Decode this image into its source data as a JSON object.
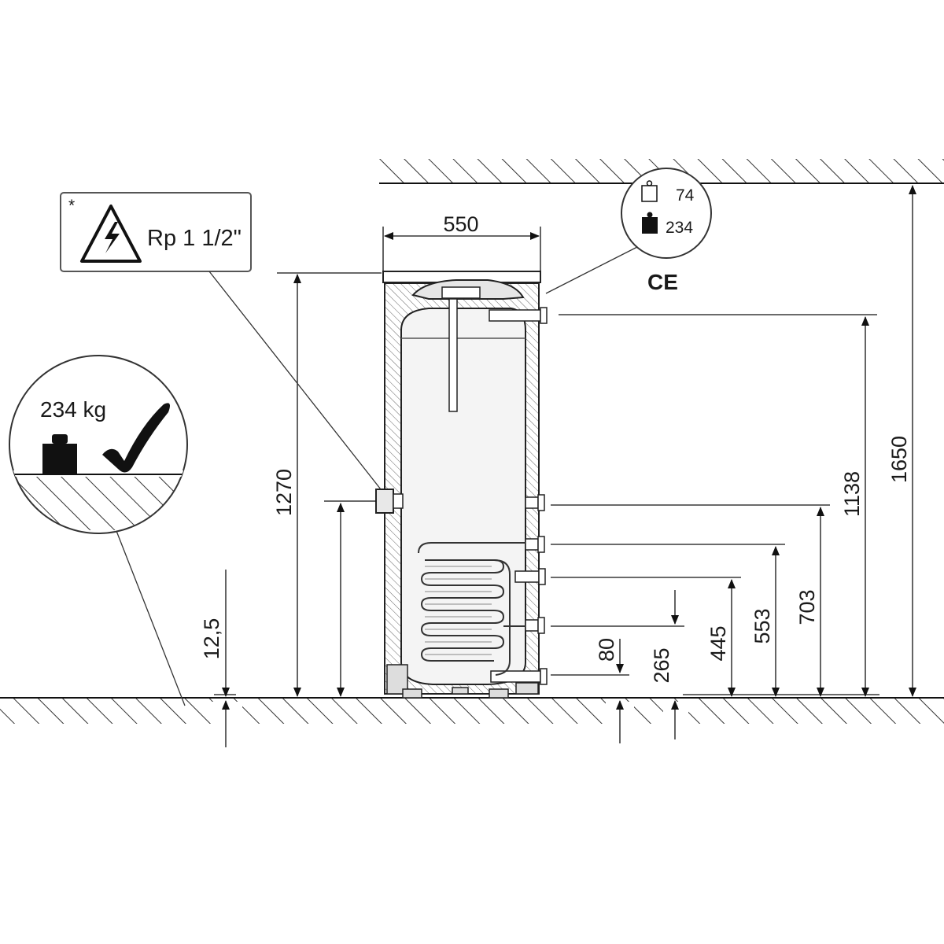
{
  "tank": {
    "width": "550",
    "height_total": "1650",
    "heights": {
      "h1270": "1270",
      "h1138": "1138",
      "h703": "703",
      "h553": "553",
      "h445": "445",
      "h265": "265",
      "h80": "80",
      "h12_5": "12,5"
    }
  },
  "callout_connection": {
    "asterisk": "*",
    "label": "Rp 1 1/2\""
  },
  "callout_weight": {
    "empty_value": "74",
    "full_value": "234"
  },
  "ce_mark": "CE",
  "floor_load": {
    "label": "234 kg"
  },
  "icons": [
    "warning-electric-icon",
    "weight-empty-icon",
    "weight-full-icon",
    "checkmark-icon",
    "ce-mark-icon"
  ]
}
